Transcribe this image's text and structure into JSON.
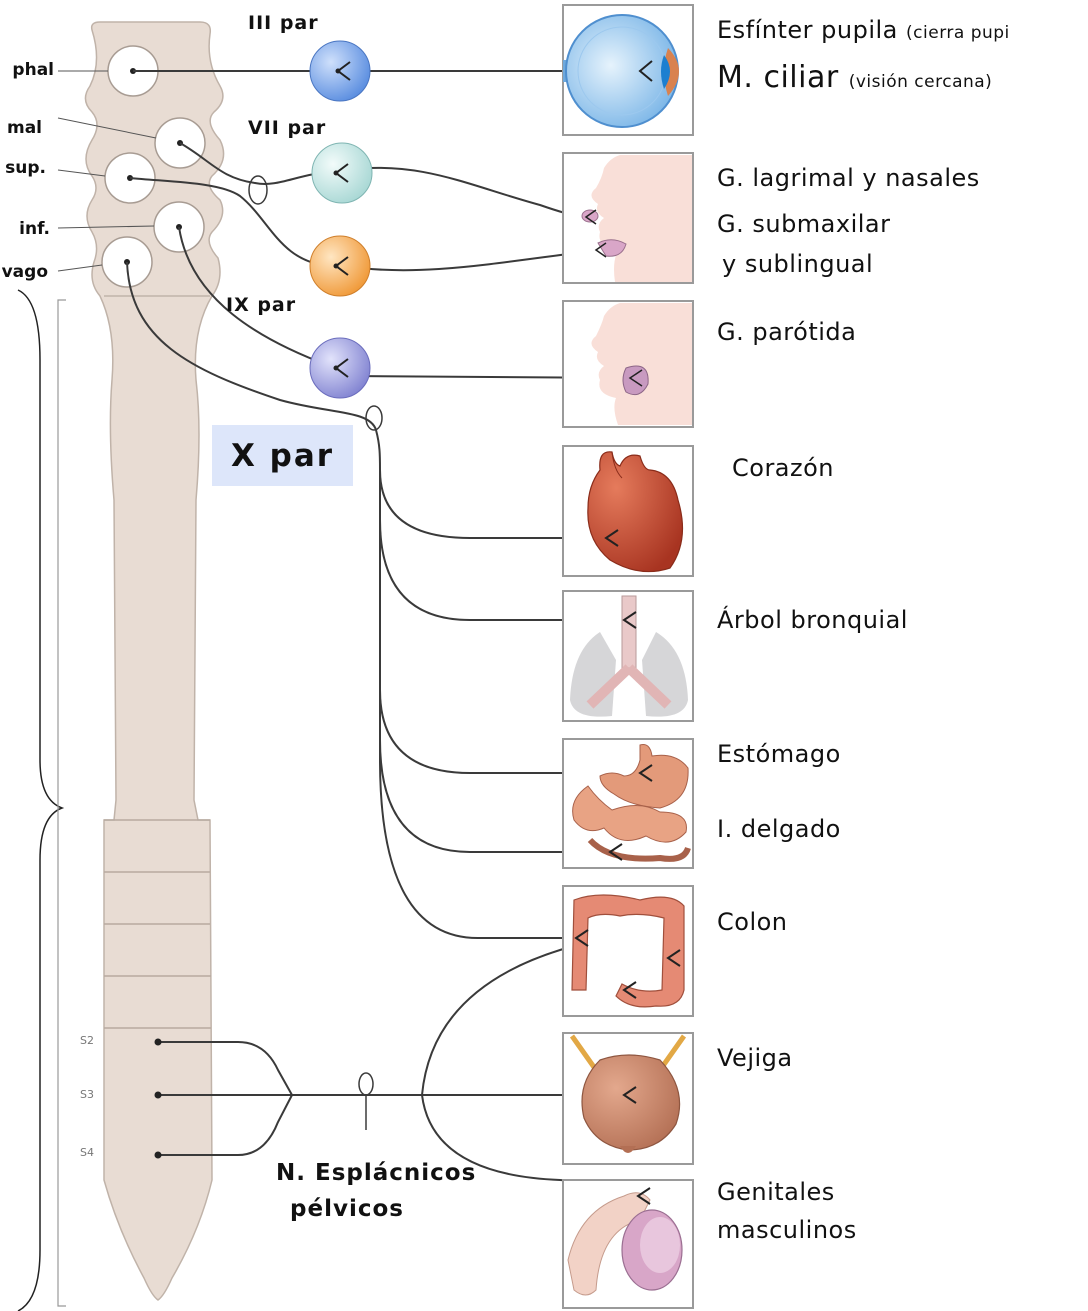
{
  "nuclei_labels": [
    "phal",
    "mal",
    "sup.",
    "inf.",
    "vago"
  ],
  "cranial_nerves": {
    "iii": "III par",
    "vii": "VII par",
    "ix": "IX par",
    "x": "X par"
  },
  "organs": {
    "sphincter": {
      "name": "Esfínter pupila",
      "note": "(cierra pupi"
    },
    "ciliary": {
      "name": "M. ciliar",
      "note": "(visión cercana)"
    },
    "lacrimal": "G. lagrimal y nasales",
    "submax_1": "G. submaxilar",
    "submax_2": "y sublingual",
    "parotid": "G. parótida",
    "heart": "Corazón",
    "bronchi": "Árbol bronquial",
    "stomach": "Estómago",
    "small_intestine": "I. delgado",
    "colon": "Colon",
    "bladder": "Vejiga",
    "genitals_1": "Genitales",
    "genitals_2": "masculinos"
  },
  "sacral_segments": [
    "S2",
    "S3",
    "S4"
  ],
  "pelvic_nerves": {
    "line1": "N. Esplácnicos",
    "line2": "pélvicos"
  },
  "colors": {
    "cord_fill": "#e8dcd3",
    "cord_stroke": "#bfb2a8",
    "ganglion_iii": "#5b8ee0",
    "ganglion_vii": "#bfe4e2",
    "ganglion_submax": "#f4a64a",
    "ganglion_ix": "#8e91d8",
    "xpar_box": "#dde6fa",
    "nerve_line": "#3a3a3a",
    "skin": "#f9dfd8",
    "heart": "#c9482c",
    "gut": "#e08e6e",
    "bladder": "#c8876b"
  }
}
